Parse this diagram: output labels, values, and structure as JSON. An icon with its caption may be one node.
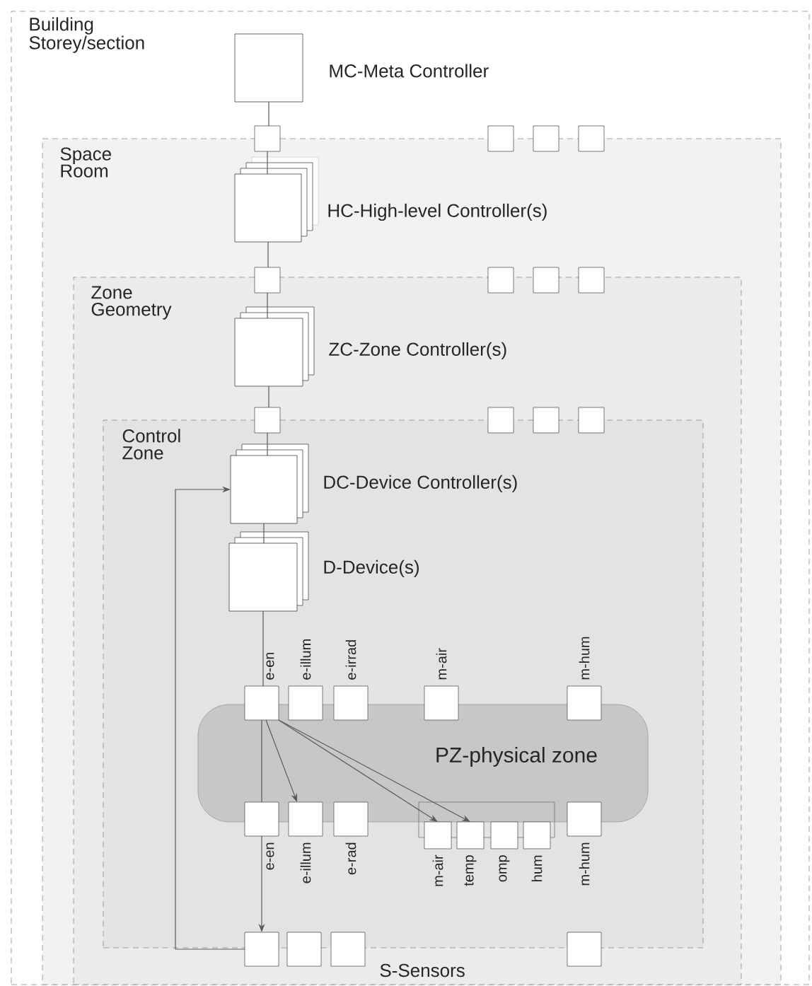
{
  "diagram": {
    "nodes": [
      {
        "text": [
          "Building Storey/section"
        ]
      },
      {
        "text": [
          "Space Room"
        ],
        "in": 0
      },
      {
        "text": [
          "Zone Geometry"
        ],
        "in": 1
      },
      {
        "text": [
          "Control Zone"
        ],
        "in": 2
      },
      {
        "text": [
          "MC-Meta Controller"
        ],
        "in": 0
      },
      {
        "text": [],
        "shape": "box",
        "in": 0
      },
      {
        "text": [],
        "shape": "box",
        "in": 0
      },
      {
        "text": [],
        "shape": "box",
        "in": 0
      },
      {
        "text": [],
        "shape": "box",
        "in": 0
      },
      {
        "text": [
          "HC-High-level Controller(s)"
        ],
        "in": 1
      },
      {
        "text": [],
        "shape": "box",
        "in": 1
      },
      {
        "text": [],
        "shape": "box",
        "in": 1
      },
      {
        "text": [],
        "shape": "box",
        "in": 1
      },
      {
        "text": [],
        "shape": "box",
        "in": 1
      },
      {
        "text": [
          "ZC-Zone Controller(s)"
        ],
        "in": 2
      },
      {
        "text": [],
        "shape": "box",
        "in": 2
      },
      {
        "text": [],
        "shape": "box",
        "in": 2
      },
      {
        "text": [],
        "shape": "box",
        "in": 2
      },
      {
        "text": [],
        "shape": "box",
        "in": 2
      },
      {
        "text": [
          "DC-Device Controller(s)"
        ],
        "in": 3
      },
      {
        "text": [
          "D-Device(s)"
        ],
        "in": 3
      },
      {
        "text": [],
        "shape": "box",
        "beside": [
          "e-en"
        ],
        "in": 3
      },
      {
        "text": [],
        "shape": "box",
        "beside": [
          "e-illum"
        ],
        "in": 3
      },
      {
        "text": [],
        "shape": "box",
        "beside": [
          "e-irrad"
        ],
        "in": 3
      },
      {
        "text": [],
        "shape": "box",
        "beside": [
          "m-air"
        ],
        "in": 3
      },
      {
        "text": [],
        "shape": "box",
        "beside": [
          "m-hum"
        ],
        "in": 3
      },
      {
        "text": [
          "PZ-physical zone"
        ],
        "in": 3
      },
      {
        "text": [],
        "shape": "box",
        "beside": [
          "e-en"
        ],
        "in": 3
      },
      {
        "text": [],
        "shape": "box",
        "beside": [
          "e-illum"
        ],
        "in": 3
      },
      {
        "text": [],
        "shape": "box",
        "beside": [
          "e-rad"
        ],
        "in": 3
      },
      {
        "text": [],
        "shape": "box",
        "beside": [
          "m-air"
        ],
        "in": 3
      },
      {
        "text": [],
        "shape": "box",
        "beside": [
          "temp"
        ],
        "in": 3
      },
      {
        "text": [],
        "shape": "box",
        "beside": [
          "omp"
        ],
        "in": 3
      },
      {
        "text": [],
        "shape": "box",
        "beside": [
          "hum"
        ],
        "in": 3
      },
      {
        "text": [],
        "shape": "box",
        "beside": [
          "m-hum"
        ],
        "in": 3
      },
      {
        "text": [],
        "shape": "box",
        "in": 2
      },
      {
        "text": [],
        "shape": "box",
        "in": 2
      },
      {
        "text": [],
        "shape": "box",
        "in": 2
      },
      {
        "text": [],
        "shape": "box",
        "in": 2
      }
    ],
    "edges": [
      {
        "from": 4,
        "to": 5,
        "arrow": "none"
      },
      {
        "from": 5,
        "to": 9,
        "arrow": "none"
      },
      {
        "from": 9,
        "to": 10,
        "arrow": "none"
      },
      {
        "from": 10,
        "to": 14,
        "arrow": "none"
      },
      {
        "from": 14,
        "to": 15,
        "arrow": "none"
      },
      {
        "from": 15,
        "to": 19,
        "arrow": "none"
      },
      {
        "from": 19,
        "to": 20,
        "arrow": "none"
      },
      {
        "from": 20,
        "to": 21,
        "arrow": "none"
      },
      {
        "from": 21,
        "to": 28,
        "arrow": "to"
      },
      {
        "from": 21,
        "to": 30,
        "arrow": "to"
      },
      {
        "from": 21,
        "to": 31,
        "arrow": "to"
      },
      {
        "from": 21,
        "to": 27,
        "arrow": "none"
      },
      {
        "from": 27,
        "to": 35,
        "arrow": "to"
      },
      {
        "from": 35,
        "to": 19,
        "arrow": "to"
      }
    ],
    "labels": [
      "S-Sensors"
    ]
  }
}
